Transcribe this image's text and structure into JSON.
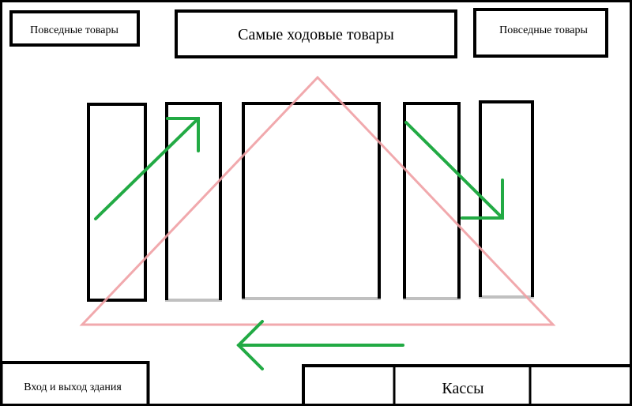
{
  "labels": {
    "everyday_left": "Повседные товары",
    "bestsellers": "Самые ходовые товары",
    "everyday_right": "Повседные товары",
    "entrance": "Вход и выход здания",
    "checkouts": "Кассы"
  },
  "colors": {
    "black": "#000000",
    "gray": "#c0c0c0",
    "red": "#f0a0a4",
    "green": "#22aa44"
  }
}
